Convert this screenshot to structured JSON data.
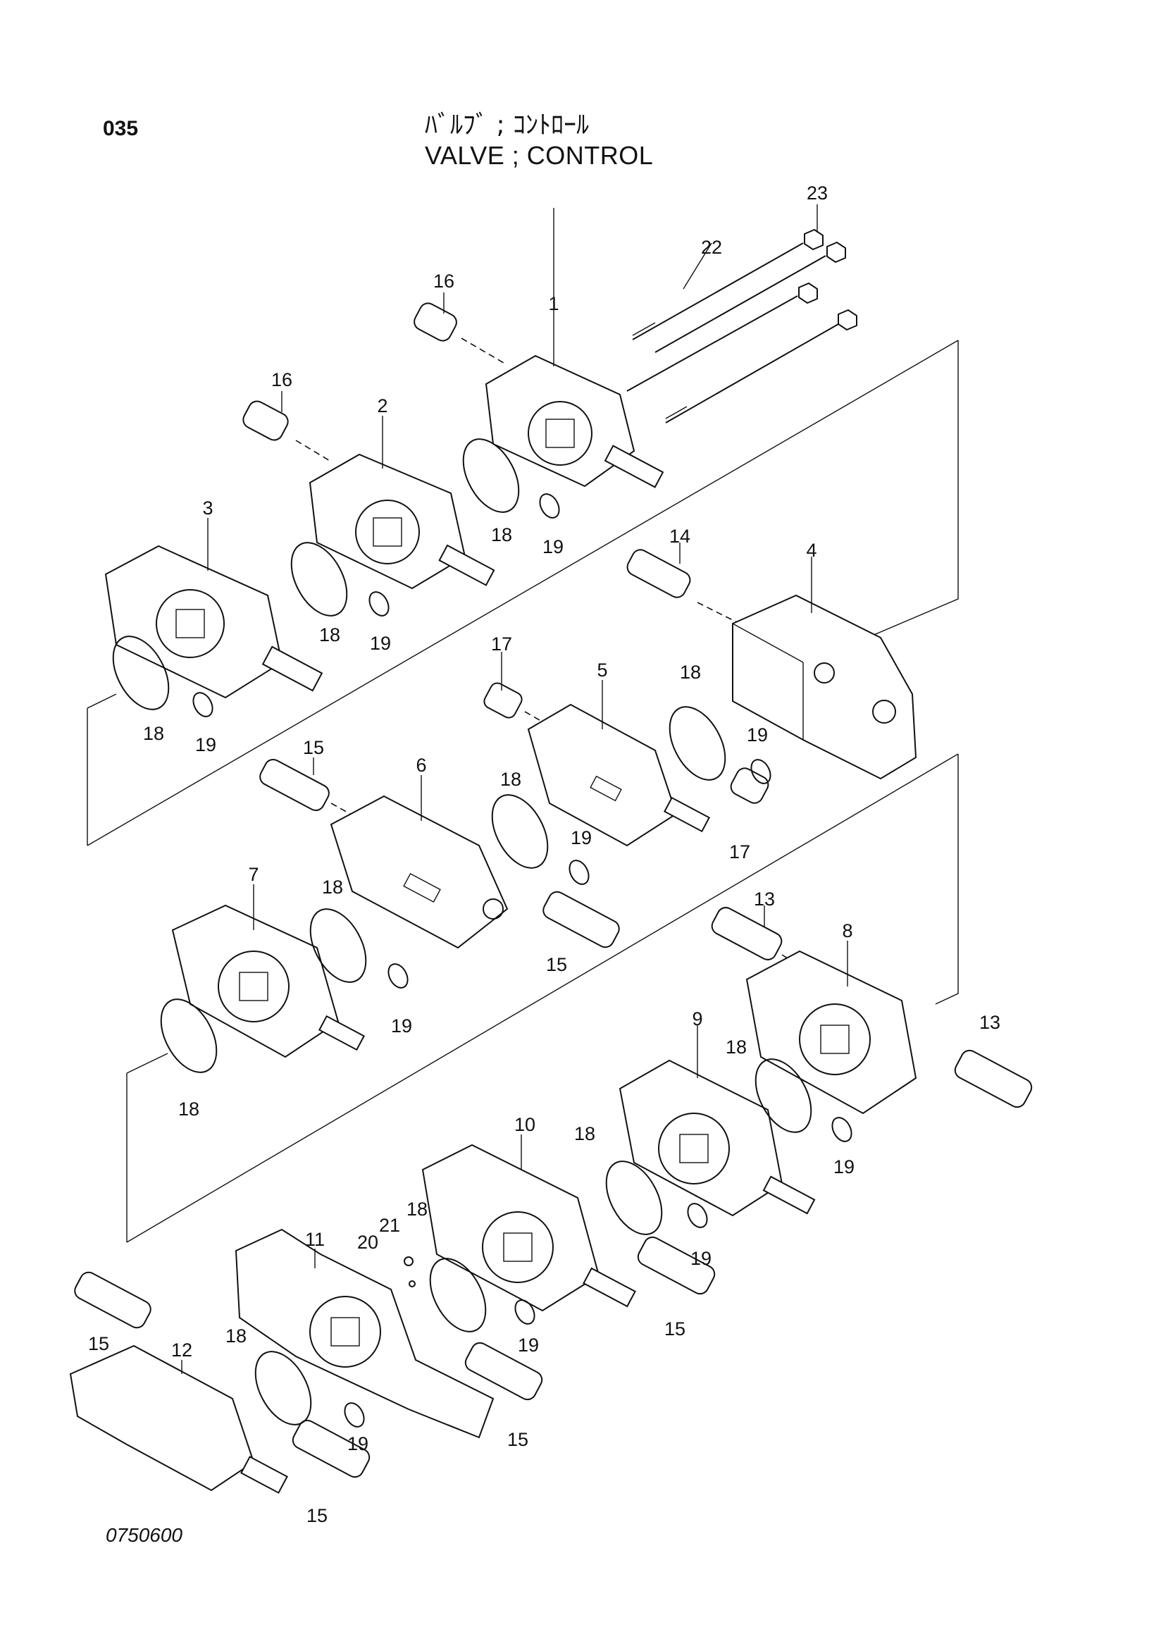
{
  "header": {
    "page_number": "035",
    "title_ja": "ﾊﾞﾙﾌﾞ ; ｺﾝﾄﾛｰﾙ",
    "title_en": "VALVE ; CONTROL"
  },
  "footer": {
    "figure_code": "0750600"
  },
  "callouts": {
    "c1": "1",
    "c2": "2",
    "c3": "3",
    "c4": "4",
    "c5": "5",
    "c6": "6",
    "c7": "7",
    "c8": "8",
    "c9": "9",
    "c10": "10",
    "c11": "11",
    "c12": "12",
    "c13": "13",
    "c14": "14",
    "c15": "15",
    "c16": "16",
    "c17": "17",
    "c18": "18",
    "c19": "19",
    "c20": "20",
    "c21": "21",
    "c22": "22",
    "c23": "23"
  }
}
